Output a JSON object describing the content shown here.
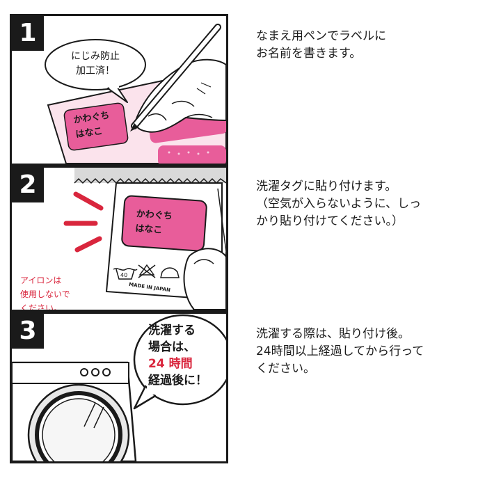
{
  "steps": [
    {
      "number": "1",
      "bubble_line1": "にじみ防止",
      "bubble_line2": "加工済！",
      "label_line1": "かわぐち",
      "label_line2": "はなこ",
      "description": "なまえ用ペンでラベルに\nお名前を書きます。"
    },
    {
      "number": "2",
      "label_line1": "かわぐち",
      "label_line2": "はなこ",
      "tag_text": "MADE IN JAPAN",
      "wash_temp": "40",
      "warning_line1": "アイロンは",
      "warning_line2": "使用しないで",
      "warning_line3": "ください。",
      "description": "洗濯タグに貼り付けます。\n（空気が入らないように、しっ\nかり貼り付けてください。）"
    },
    {
      "number": "3",
      "bubble_line1": "洗濯する",
      "bubble_line2": "場合は、",
      "bubble_hours": "24 時間",
      "bubble_line4a": "経過後",
      "bubble_line4b": "に！",
      "description": "洗濯する際は、貼り付け後。\n24時間以上経過してから行って\nください。"
    }
  ],
  "colors": {
    "accent_red": "#d9263d",
    "label_pink": "#e85d9a",
    "ink": "#1a1a1a"
  }
}
